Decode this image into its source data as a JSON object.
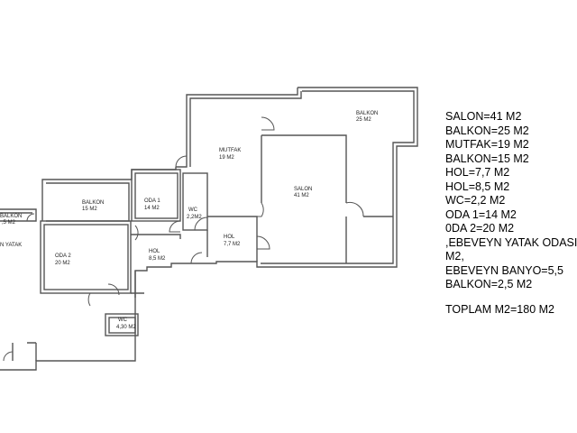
{
  "rooms": [
    {
      "id": "balkon-top",
      "name": "BALKON",
      "area": "25 M2"
    },
    {
      "id": "mutfak",
      "name": "MUTFAK",
      "area": "19 M2"
    },
    {
      "id": "salon",
      "name": "SALON",
      "area": "41 M2"
    },
    {
      "id": "balkon-mid",
      "name": "BALKON",
      "area": "15 M2"
    },
    {
      "id": "oda1",
      "name": "ODA 1",
      "area": "14 M2"
    },
    {
      "id": "wc1",
      "name": "WC",
      "area": "2,2M2"
    },
    {
      "id": "hol1",
      "name": "HOL",
      "area": "7,7 M2"
    },
    {
      "id": "hol2",
      "name": "HOL",
      "area": "8,5 M2"
    },
    {
      "id": "oda2",
      "name": "ODA 2",
      "area": "20 M2"
    },
    {
      "id": "wc2",
      "name": "WC",
      "area": "4,30 M2"
    },
    {
      "id": "balkon-left",
      "name": "BALKON",
      "area": ",5 M2"
    },
    {
      "id": "yatak-left",
      "name": "N YATAK",
      "area": ""
    }
  ],
  "area_list": [
    "SALON=41 M2",
    "BALKON=25 M2",
    "MUTFAK=19 M2",
    "BALKON=15 M2",
    "HOL=7,7 M2",
    "HOL=8,5 M2",
    "WC=2,2 M2",
    "ODA 1=14 M2",
    "0DA 2=20 M2",
    ",EBEVEYN YATAK ODASI",
    "M2,",
    "EBEVEYN BANYO=5,5",
    "BALKON=2,5 M2"
  ],
  "total": "TOPLAM M2=180 M2",
  "colors": {
    "wall": "#555555",
    "text": "#000000",
    "background": "#ffffff"
  }
}
